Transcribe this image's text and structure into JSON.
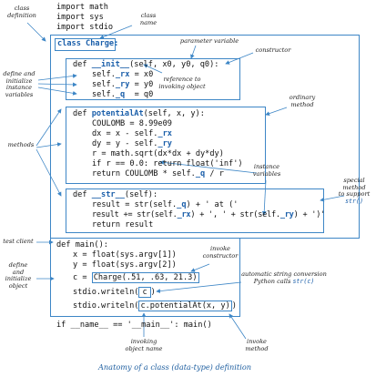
{
  "imports": [
    "import math",
    "import sys",
    "import stdio"
  ],
  "class_decl": "class Charge:",
  "init": {
    "sig_prefix": "def ",
    "sig_name": "__init__",
    "sig_rest": "(self, x0, y0, q0):",
    "lines": [
      {
        "pre": "self.",
        "attr": "_rx",
        "post": " = x0"
      },
      {
        "pre": "self.",
        "attr": "_ry",
        "post": " = y0"
      },
      {
        "pre": "self.",
        "attr": "_q",
        "post": "  = q0"
      }
    ]
  },
  "potential": {
    "sig_prefix": "def ",
    "sig_name": "potentialAt",
    "sig_rest": "(self, x, y):",
    "l1": "COULOMB = 8.99e09",
    "l2_pre": "dx = x - self.",
    "l2_attr": "_rx",
    "l3_pre": "dy = y - self.",
    "l3_attr": "_ry",
    "l4": "r = math.sqrt(dx*dx + dy*dy)",
    "l5": "if r == 0.0: return float('inf')",
    "l6_pre": "return COULOMB * self.",
    "l6_attr": "_q",
    "l6_post": " / r"
  },
  "str_method": {
    "sig_prefix": "def ",
    "sig_name": "__str__",
    "sig_rest": "(self):",
    "l1_pre": "result = str(self.",
    "l1_attr": "_q",
    "l1_post": ") + ' at ('",
    "l2_pre": "result += str(self.",
    "l2_attr": "_rx",
    "l2_mid": ") + ', ' + str(self.",
    "l2_attr2": "_ry",
    "l2_post": ") + ')'",
    "l3": "return result"
  },
  "main": {
    "sig": "def main():",
    "l1": "x = float(sys.argv[1])",
    "l2": "y = float(sys.argv[2])",
    "l3_pre": "c = ",
    "l3_box": "Charge(.51, .63, 21.3)",
    "l4_pre": "stdio.writeln(",
    "l4_box": "c",
    "l4_post": ")",
    "l5_pre": "stdio.writeln(",
    "l5_box": "c.potentialAt(x, y)",
    "l5_post": ")",
    "l6": "if __name__ == '__main__': main()"
  },
  "annotations": {
    "class_definition": "class\ndefinition",
    "class_name": "class\nname",
    "parameter_variable": "parameter variable",
    "constructor": "constructor",
    "define_init": "define and\ninitialize\ninstance\nvariables",
    "reference_invoking": "reference to\ninvoking object",
    "methods": "methods",
    "ordinary_method": "ordinary\nmethod",
    "instance_variables": "instance\nvariables",
    "special_method_pre": "special\nmethod\nto support",
    "special_method_code": "str()",
    "test_client": "test client",
    "invoke_constructor": "invoke\nconstructor",
    "define_object": "define\nand\ninitialize\nobject",
    "auto_conversion_1": "automatic string conversion",
    "auto_conversion_2_pre": "Python calls ",
    "auto_conversion_2_code": "str(c)",
    "invoking_object_name": "invoking\nobject name",
    "invoke_method": "invoke\nmethod"
  },
  "caption": "Anatomy of a class (data-type) definition",
  "colors": {
    "accent": "#3d86c6",
    "link": "#1b5faa"
  }
}
